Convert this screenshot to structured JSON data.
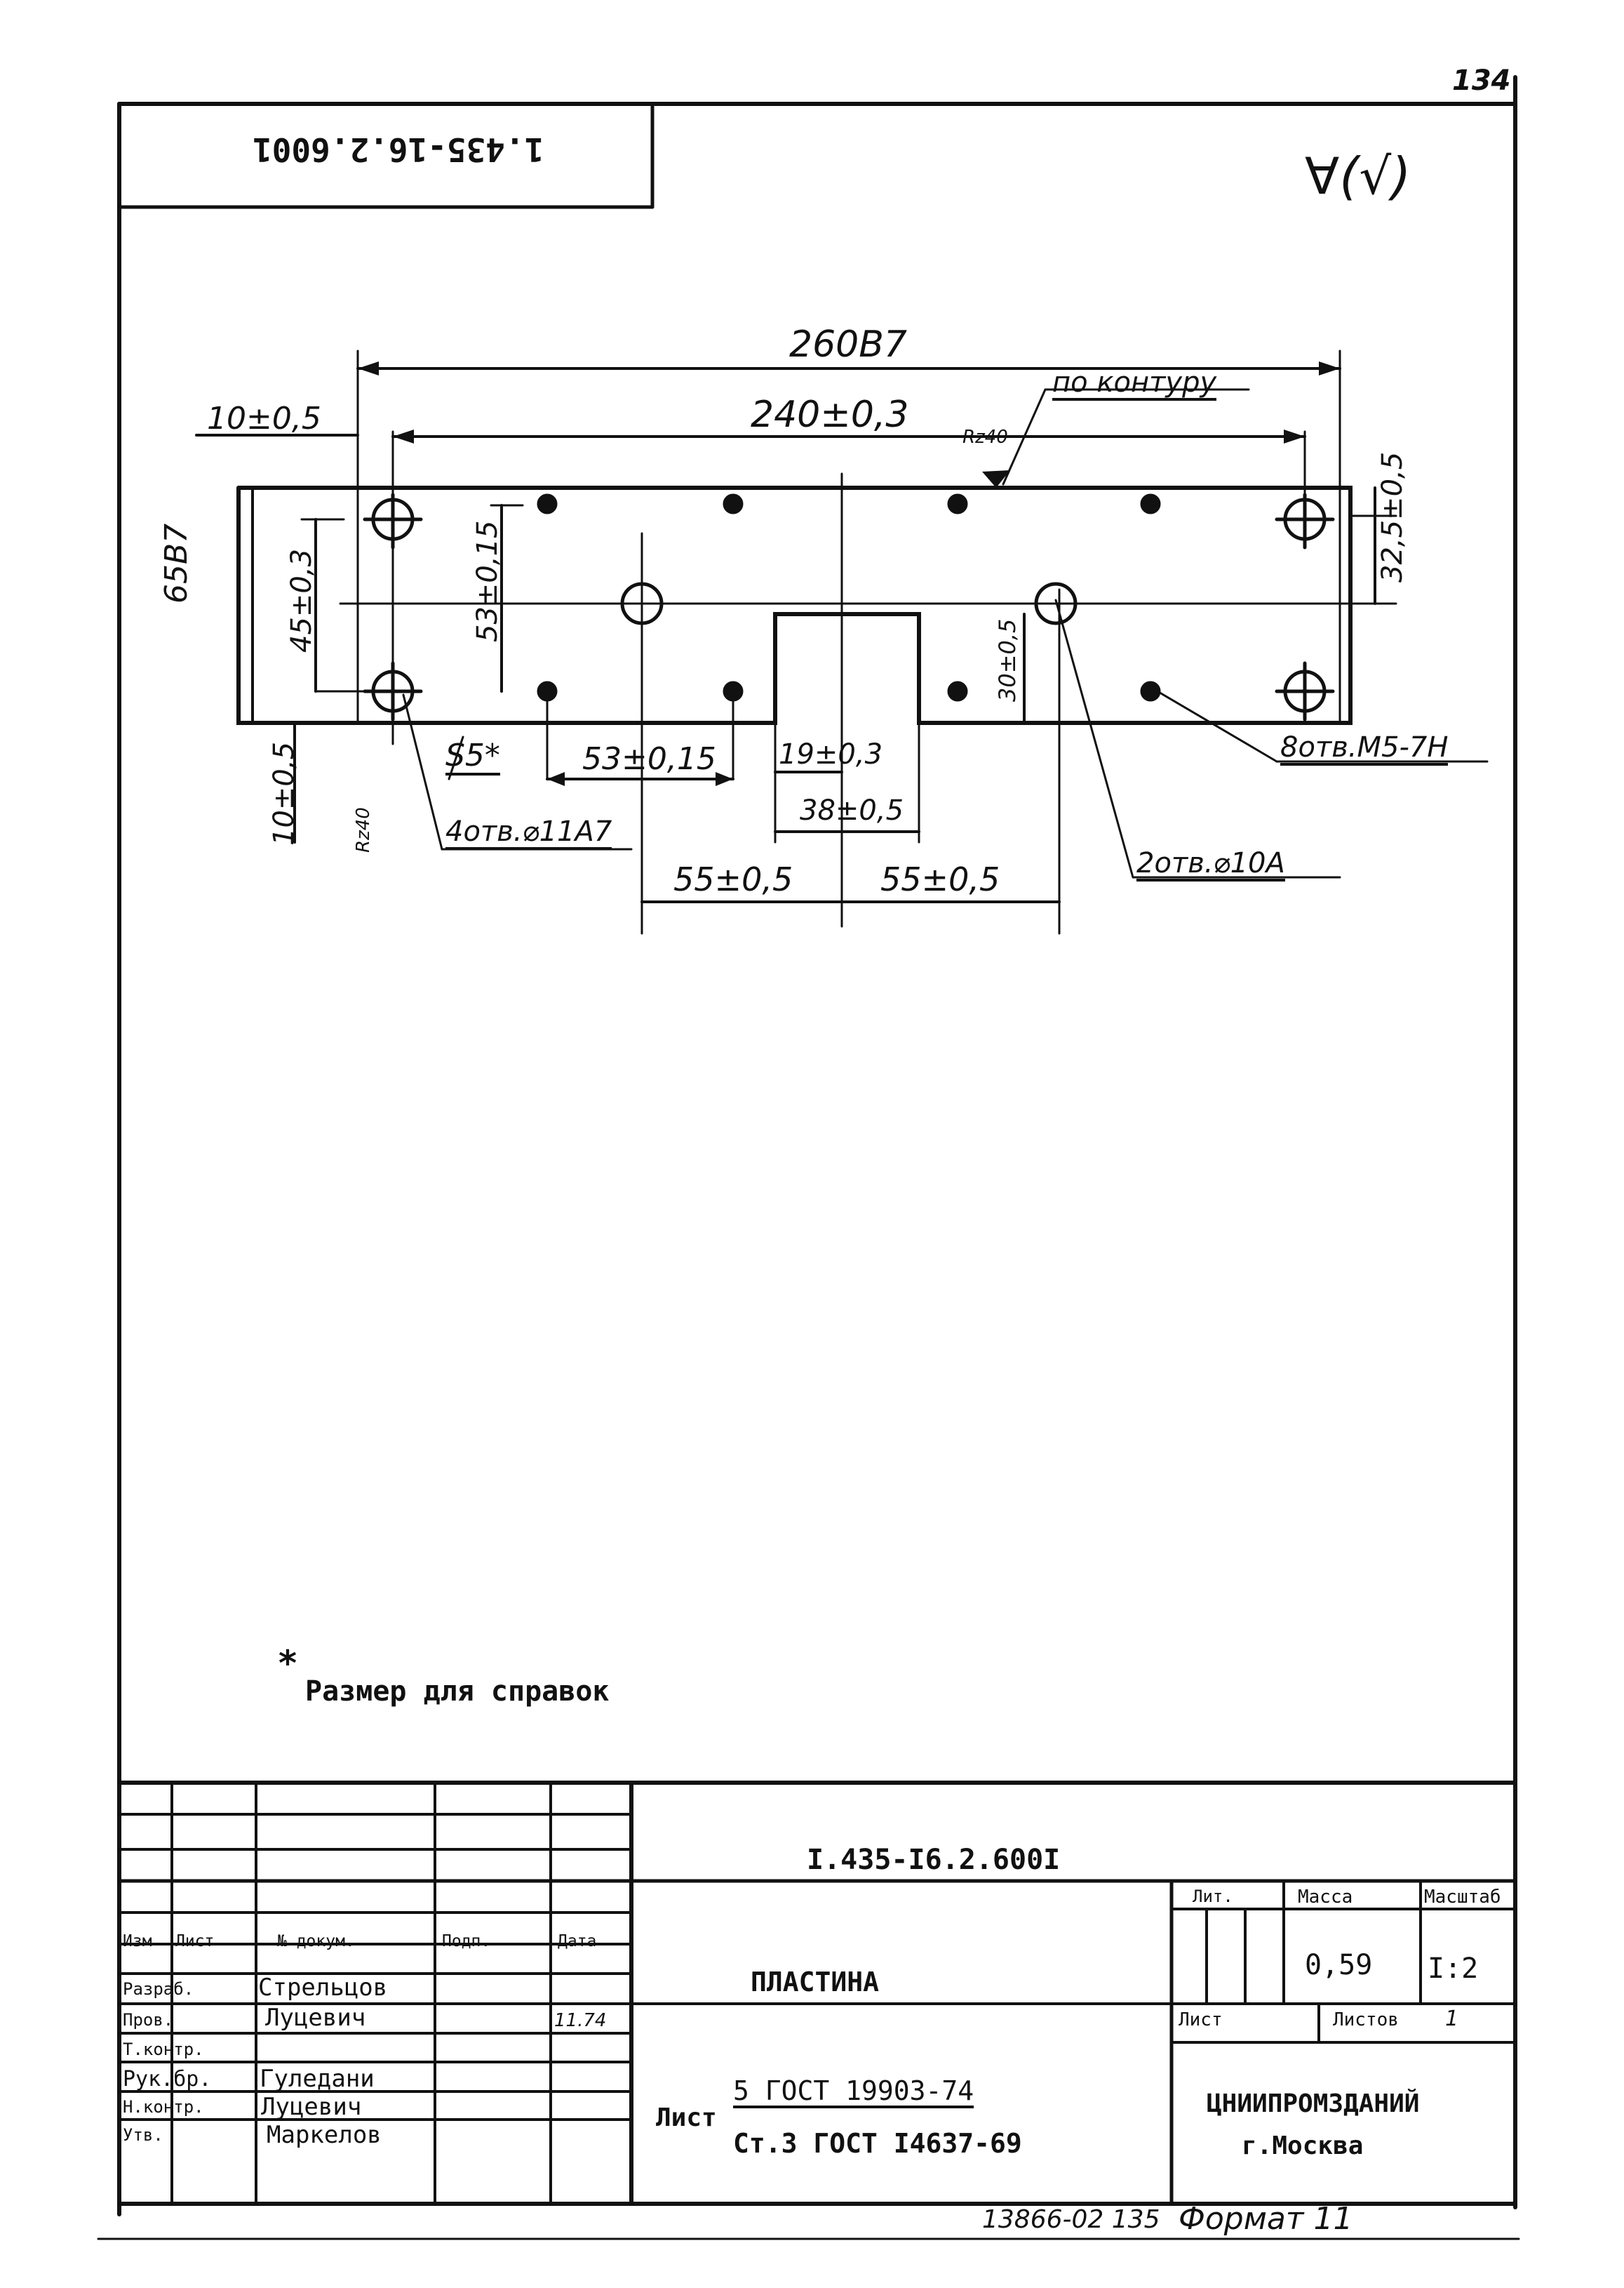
{
  "page": {
    "sheet_number": "134",
    "mirrored_code": "1.435-16.2.6001",
    "roughness_mark": "∀(√)",
    "footnote_asterisk": "*",
    "footnote": "Размер для справок",
    "bottom_note": "13866-02 135",
    "format": "Формат 11"
  },
  "drawing": {
    "dims": {
      "overall_length": "260В7",
      "hole_span": "240±0,3",
      "left_offset": "10±0,5",
      "contour": "по контуру",
      "roughness_top": "Rz40",
      "height": "65В7",
      "h_45": "45±0,3",
      "h_53": "53±0,15",
      "h_32": "32,5±0,5",
      "h_30": "30±0,5",
      "bottom_left": "10±0,5",
      "s5": "S5*",
      "d_53": "53±0,15",
      "d_19": "19±0,3",
      "d_38": "38±0,5",
      "d_55_left": "55±0,5",
      "d_55_right": "55±0,5",
      "roughness_left": "Rz40"
    },
    "callouts": {
      "holes_11": "4отв.⌀11А7",
      "holes_m5": "8отв.М5-7Н",
      "holes_10": "2отв.⌀10А"
    }
  },
  "title_block": {
    "doc_code": "I.435-I6.2.600I",
    "part_name": "ПЛАСТИНА",
    "headers": {
      "izm": "Изм",
      "list": "Лист",
      "doc_no": "№ докум.",
      "sign": "Подп.",
      "date": "Дата"
    },
    "roles": [
      {
        "role": "Разраб.",
        "name": "Стрельцов",
        "date": ""
      },
      {
        "role": "Пров.",
        "name": "Луцевич",
        "date": "11.74"
      },
      {
        "role": "Т.контр.",
        "name": "",
        "date": ""
      },
      {
        "role": "Рук.бр.",
        "name": "Гуледани",
        "date": ""
      },
      {
        "role": "Н.контр.",
        "name": "Луцевич",
        "date": ""
      },
      {
        "role": "Утв.",
        "name": "Маркелов",
        "date": ""
      }
    ],
    "lit_label": "Лит.",
    "mass_label": "Масса",
    "scale_label": "Масштаб",
    "mass": "0,59",
    "scale": "I:2",
    "sheet_label": "Лист",
    "sheets_label": "Листов",
    "sheets_count": "1",
    "material_prefix": "Лист",
    "material_line1": "5 ГОСТ 19903-74",
    "material_line2": "Ст.3 ГОСТ I4637-69",
    "org_name": "ЦНИИПРОМЗДАНИЙ",
    "org_city": "г.Москва"
  }
}
